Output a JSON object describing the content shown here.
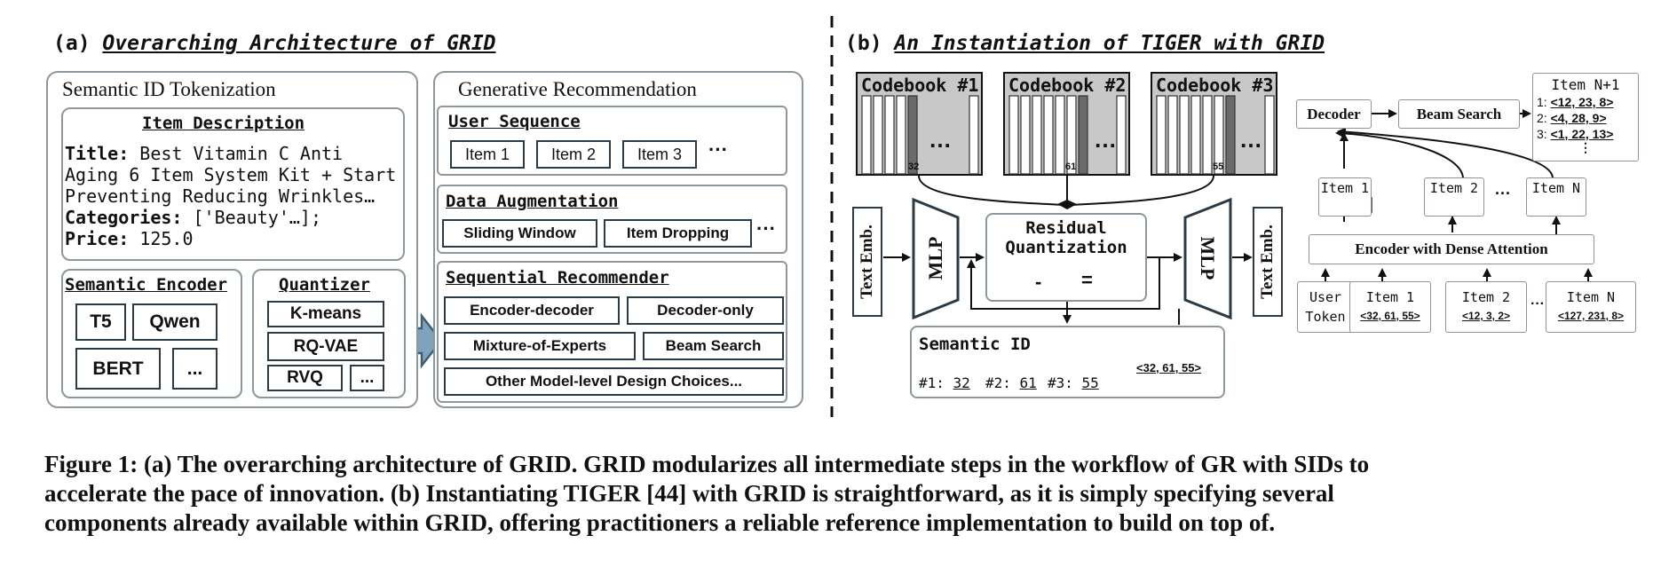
{
  "panel_a": {
    "label": "(a)",
    "title": "Overarching Architecture of GRID",
    "sid_tokenization": {
      "title": "Semantic ID Tokenization",
      "item_description": {
        "title": "Item Description",
        "title_label": "Title:",
        "title_value_1": "Best Vitamin C Anti",
        "title_value_2": "Aging 6 Item System Kit + Start",
        "title_value_3": "Preventing Reducing Wrinkles…",
        "categories_label": "Categories:",
        "categories_value": "['Beauty'…];",
        "price_label": "Price:",
        "price_value": "125.0"
      },
      "semantic_encoder": {
        "title": "Semantic Encoder",
        "options": [
          "T5",
          "Qwen",
          "BERT",
          "..."
        ]
      },
      "quantizer": {
        "title": "Quantizer",
        "options": [
          "K-means",
          "RQ-VAE",
          "RVQ",
          "..."
        ]
      }
    },
    "generative_rec": {
      "title": "Generative Recommendation",
      "user_sequence": {
        "title": "User Sequence",
        "items": [
          "Item 1",
          "Item 2",
          "Item 3"
        ],
        "more": "···"
      },
      "data_augmentation": {
        "title": "Data Augmentation",
        "options": [
          "Sliding Window",
          "Item Dropping"
        ],
        "more": "···"
      },
      "sequential_recommender": {
        "title": "Sequential Recommender",
        "options": [
          "Encoder-decoder",
          "Decoder-only",
          "Mixture-of-Experts",
          "Beam Search",
          "Other Model-level Design Choices..."
        ]
      }
    }
  },
  "panel_b": {
    "label": "(b)",
    "title": "An Instantiation of TIGER with GRID",
    "codebooks": [
      {
        "label": "Codebook #1",
        "index": "32"
      },
      {
        "label": "Codebook #2",
        "index": "61"
      },
      {
        "label": "Codebook #3",
        "index": "55"
      }
    ],
    "text_emb_in": "Text Emb.",
    "mlp_in": "MLP",
    "residual_quantization": "Residual Quantization",
    "mlp_out": "MLP",
    "text_emb_out": "Text Emb.",
    "semantic_id": {
      "title": "Semantic ID",
      "codes": [
        {
          "label": "#1:",
          "value": "32"
        },
        {
          "label": "#2:",
          "value": "61"
        },
        {
          "label": "#3:",
          "value": "55"
        }
      ],
      "result": "<32, 61, 55>"
    },
    "tiger": {
      "decoder": "Decoder",
      "beam_search": "Beam Search",
      "output_title": "Item N+1",
      "outputs": [
        {
          "rank": "1:",
          "value": "<12, 23, 8>"
        },
        {
          "rank": "2:",
          "value": "<4, 28, 9>"
        },
        {
          "rank": "3:",
          "value": "<1, 22, 13>"
        }
      ],
      "output_more": "⋮",
      "hidden_items": [
        "Item 1",
        "Item 2",
        "Item N"
      ],
      "encoder": "Encoder with Dense Attention",
      "user_token_1": "User",
      "user_token_2": "Token",
      "input_items": [
        {
          "name": "Item 1",
          "sid": "<32, 61, 55>"
        },
        {
          "name": "Item 2",
          "sid": "<12, 3, 2>"
        },
        {
          "name": "Item N",
          "sid": "<127, 231, 8>"
        }
      ],
      "ellipsis": "···"
    }
  },
  "caption": {
    "line1": "Figure 1: (a) The overarching architecture of GRID. GRID modularizes all intermediate steps in the workflow of GR with SIDs to",
    "line2": "accelerate the pace of innovation. (b) Instantiating TIGER [44] with GRID is straightforward, as it is simply specifying several",
    "line3": "components already available within GRID, offering practitioners a reliable reference implementation to build on top of."
  },
  "colors": {
    "box_border": "#2b3a45",
    "panel_border": "#8e979d",
    "arrow_fill": "#7ea3bd",
    "arrow_stroke": "#3f5f77",
    "codebook_bg": "#c8c8c8",
    "codebook_dark": "#6a6a6a",
    "code_gray": "#8c8c8c"
  }
}
